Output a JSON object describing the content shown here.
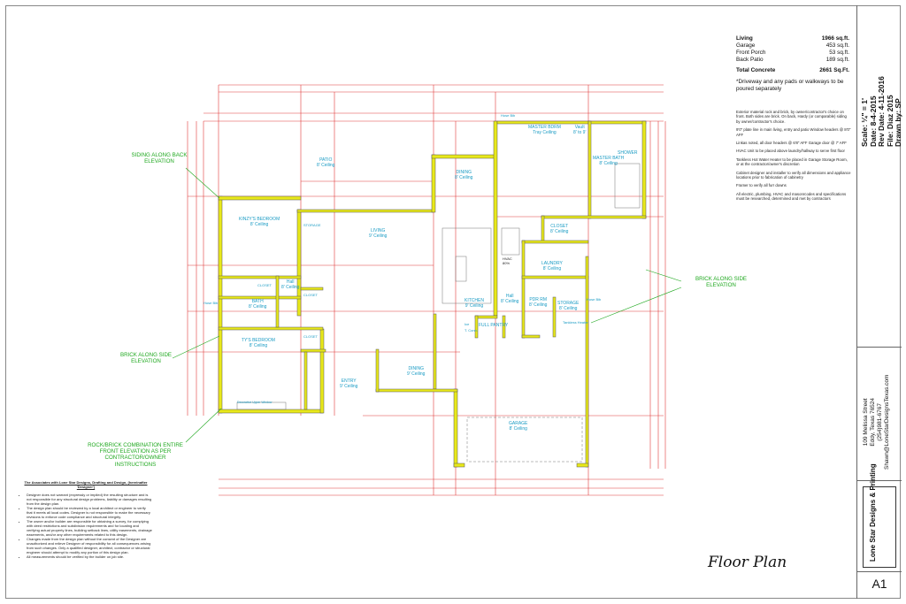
{
  "area_table": {
    "rows": [
      {
        "label": "Living",
        "value": "1966 sq.ft."
      },
      {
        "label": "Garage",
        "value": "453 sq.ft."
      },
      {
        "label": "Front Porch",
        "value": "53 sq.ft."
      },
      {
        "label": "Back Patio",
        "value": "189 sq.ft."
      }
    ],
    "total_label": "Total Concrete",
    "total_value": "2661 Sq.Ft.",
    "footnote": "*Driveway and any pads or walkways to be poured separately"
  },
  "title_block": {
    "scale": "Scale: ¼\" = 1'",
    "date": "Date: 8-4-2015",
    "rev_date": "Rev Date: 4-11-2016",
    "file": "File: Diaz 2015",
    "drawn_by": "Drawn by: SP",
    "address_line1": "109 Melissa Street",
    "address_line2": "Eddy, Texas 76524",
    "phone": "(254)981-6767",
    "email": "Shawn@LoneStarDesignsTexas.com",
    "logo_text": "Lone Star Designs & Printing",
    "sheet_number": "A1"
  },
  "notes": [
    "Exterior material rock and brick, by owner/contractor's choice on front. Both sides are brick. On back, Hardy (or comparable) siding by owner/contractor's choice.",
    "9'0\" plate line in main living, entry and patio Window headers @ 8'0\" AFF",
    "Linkas noted, all door headers @ 6'8\" AFF Garage door @ 7' AFF",
    "HVAC Unit to be placed above laundry/hallway to serve first floor",
    "Tankless Hot Water Heater to be placed in Garage Storage Room, or at the contractor/owner's discretion",
    "Cabinet designer and installer to verify all dimensions and appliance locations prior to fabrication of cabinetry",
    "Framer to verify all furr downs",
    "All electric, plumbing, HVAC and masonrcodes and specifications must be researched, determined and met by contractors"
  ],
  "elevation_labels": {
    "siding_back": "SIDING ALONG BACK ELEVATION",
    "brick_side_left": "BRICK ALONG SIDE ELEVATION",
    "brick_side_right": "BRICK ALONG SIDE ELEVATION",
    "rock_front": "ROCK/BRICK COMBINATION ENTIRE FRONT ELEVATION AS PER CONTRACTOR/OWNER INSTRUCTIONS"
  },
  "rooms": [
    {
      "name": "PATIO",
      "ceiling": "8' Ceiling"
    },
    {
      "name": "KINZY'S BEDROOM",
      "ceiling": "8' Ceiling"
    },
    {
      "name": "LIVING",
      "ceiling": "9' Ceiling"
    },
    {
      "name": "DINING",
      "ceiling": "8' Ceiling"
    },
    {
      "name": "MASTER BDRM",
      "ceiling": "Tray Ceiling"
    },
    {
      "name": "Vault",
      "ceiling": "8' to 9'"
    },
    {
      "name": "MASTER BATH",
      "ceiling": "8' Ceiling"
    },
    {
      "name": "SHOWER",
      "ceiling": ""
    },
    {
      "name": "CLOSET",
      "ceiling": "8' Ceiling"
    },
    {
      "name": "LAUNDRY",
      "ceiling": "8' Ceiling"
    },
    {
      "name": "BATH",
      "ceiling": "8' Ceiling"
    },
    {
      "name": "Hall",
      "ceiling": "8' Ceiling"
    },
    {
      "name": "TY'S BEDROOM",
      "ceiling": "8' Ceiling"
    },
    {
      "name": "KITCHEN",
      "ceiling": "9' Ceiling"
    },
    {
      "name": "Hall",
      "ceiling": "8' Ceiling"
    },
    {
      "name": "PDR RM",
      "ceiling": "8' Ceiling"
    },
    {
      "name": "STORAGE",
      "ceiling": "8' Ceiling"
    },
    {
      "name": "FULL PANTRY",
      "ceiling": ""
    },
    {
      "name": "DINING",
      "ceiling": "9' Ceiling"
    },
    {
      "name": "ENTRY",
      "ceiling": "9' Ceiling"
    },
    {
      "name": "GARAGE",
      "ceiling": "8' Ceiling"
    }
  ],
  "small_labels": {
    "closet_a": "CLOSET",
    "closet_b": "CLOSET",
    "closet_c": "CLOSET",
    "storage": "STORAGE",
    "hvac": "HVAC 80%",
    "tankless": "Tankless Heater",
    "decorative_window": "Decorative Upper Window",
    "hose_bib_a": "Hose Bib",
    "hose_bib_b": "Hose Bib",
    "hose_bib_c": "Hose Bib",
    "ice": "Ice",
    "corner": "T. Conn."
  },
  "disclaimer": {
    "heading": "The Associates with Lone Star Designs, Drafting and Design, (hereinafter 'Designer')",
    "bullets": [
      "Designer does not warrant (expressly or implied) the resulting structure and is not responsible for any structural design problems, liability or damages resulting from the design plan.",
      "The design plan should be reviewed by a local architect or engineer to verify that it meets all local codes. Designer is not responsible to make the necessary revisions to enforce code compliance and structural integrity.",
      "The owner and/or builder are responsible for obtaining a survey, for complying with deed restrictions and subdivision requirements and for locating and verifying actual property lines, building setback lines, utility easements, drainage easements, and/or any other requirements related to this design.",
      "Changes made from the design plan without the consent of the Designer are unauthorized and relieve Designer of responsibility for all consequences arising from such changes. Only a qualified designer, architect, contractor or structural engineer should attempt to modify any portion of this design plan.",
      "All measurements should be verified by the builder on job site."
    ]
  },
  "plan_title": "Floor Plan",
  "colors": {
    "wall": "#e8e81a",
    "wall_outline": "#555555",
    "dimension": "#e03a3a",
    "room_label": "#1a9bc4",
    "elevation_label": "#1fa81f"
  }
}
